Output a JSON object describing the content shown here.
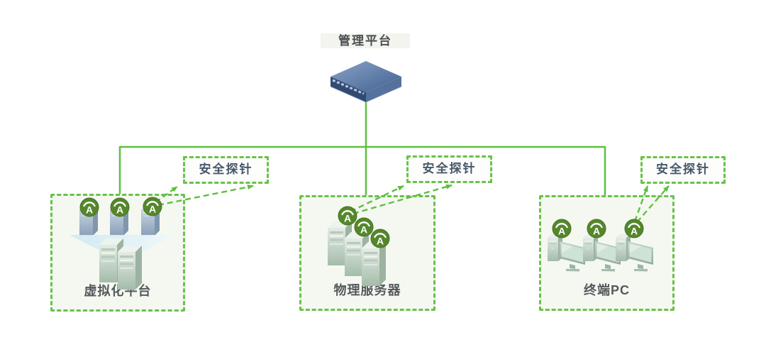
{
  "diagram": {
    "title": "管理平台",
    "probe_badge_letter": "A",
    "groups": [
      {
        "name": "虚拟化平台",
        "probe_label": "安全探针"
      },
      {
        "name": "物理服务器",
        "probe_label": "安全探针"
      },
      {
        "name": "终端PC",
        "probe_label": "安全探针"
      }
    ],
    "colors": {
      "connector_green": "#5ebf40",
      "dashed_border_green": "#68c24a",
      "badge_green": "#55862c",
      "group_box_fill": "#f5f8f1",
      "title_bg": "#f2f4ed",
      "title_text": "#4b4e51",
      "probe_label_text": "#47586a",
      "group_label_text": "#54595d",
      "appliance_blue": "#5574a5"
    }
  }
}
